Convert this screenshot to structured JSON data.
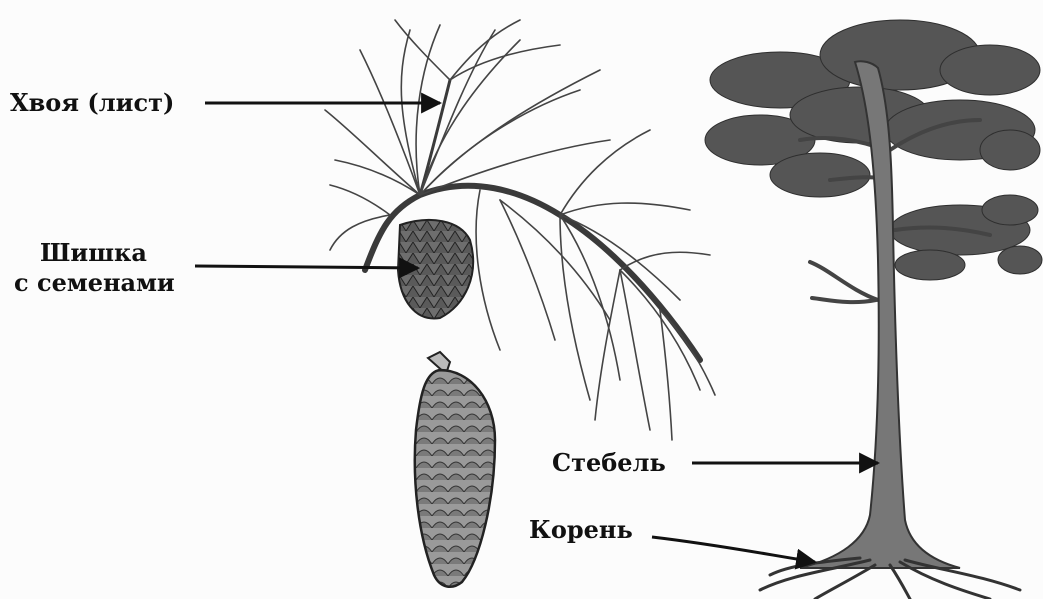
{
  "labels": {
    "needles": "Хвоя (лист)",
    "cone_line1": "Шишка",
    "cone_line2": "с семенами",
    "stem": "Стебель",
    "root": "Корень"
  },
  "colors": {
    "ink": "#111111",
    "foliage": "#4a4a4a",
    "trunk": "#6a6a6a",
    "cone": "#8a8a8a"
  }
}
